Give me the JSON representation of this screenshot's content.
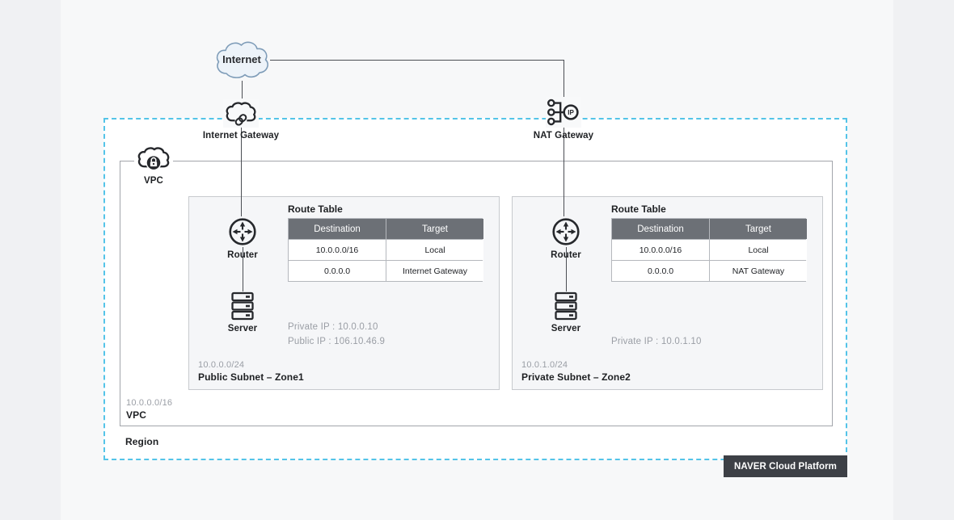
{
  "diagram": {
    "internet": {
      "label": "Internet"
    },
    "internet_gateway": {
      "label": "Internet Gateway"
    },
    "nat_gateway": {
      "label": "NAT Gateway",
      "ip_badge": "IP"
    },
    "region": {
      "label": "Region"
    },
    "vpc": {
      "icon_label": "VPC",
      "cidr": "10.0.0.0/16",
      "label": "VPC"
    },
    "subnets": [
      {
        "cidr": "10.0.0.0/24",
        "name": "Public Subnet – Zone1",
        "router_label": "Router",
        "server_label": "Server",
        "ip_lines": [
          "Private IP : 10.0.0.10",
          "Public IP : 106.10.46.9"
        ],
        "route_table": {
          "title": "Route Table",
          "headers": [
            "Destination",
            "Target"
          ],
          "rows": [
            [
              "10.0.0.0/16",
              "Local"
            ],
            [
              "0.0.0.0",
              "Internet Gateway"
            ]
          ]
        }
      },
      {
        "cidr": "10.0.1.0/24",
        "name": "Private Subnet – Zone2",
        "router_label": "Router",
        "server_label": "Server",
        "ip_lines": [
          "Private IP : 10.0.1.10"
        ],
        "route_table": {
          "title": "Route Table",
          "headers": [
            "Destination",
            "Target"
          ],
          "rows": [
            [
              "10.0.0.0/16",
              "Local"
            ],
            [
              "0.0.0.0",
              "NAT Gateway"
            ]
          ]
        }
      }
    ],
    "branding": {
      "badge": "NAVER Cloud Platform"
    }
  },
  "colors": {
    "region_border": "#54c4e8",
    "icon_dark": "#26282c",
    "table_header_bg": "#6c7076",
    "badge_bg": "#3d4046",
    "muted_text": "#9a9ea5"
  }
}
